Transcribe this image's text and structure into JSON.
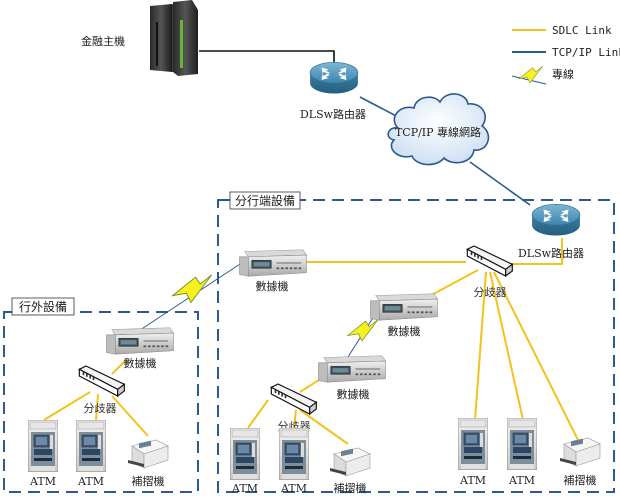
{
  "colors": {
    "sdlc": "#f2c31c",
    "tcpip": "#2b5a8f",
    "mainframe_link": "#111111",
    "zone_border": "#2d5b8e",
    "bolt_fill": "#f5f01e",
    "router_body": "#4a8fb3",
    "cloud_fill": "#e8f0fa",
    "cloud_stroke": "#2b5a8f"
  },
  "legend": {
    "items": [
      {
        "label": "SDLC Link",
        "type": "sdlc"
      },
      {
        "label": "TCP/IP Link",
        "type": "tcpip"
      },
      {
        "label": "專線",
        "type": "leased-line"
      }
    ]
  },
  "nodes": {
    "mainframe": {
      "label": "金融主機"
    },
    "router_hq": {
      "label": "DLSw路由器"
    },
    "cloud": {
      "label": "TCP/IP 專線網路"
    },
    "router_branch": {
      "label": "DLSw路由器"
    },
    "hub_branch": {
      "label": "分歧器"
    },
    "modem_branch_top": {
      "label": "數據機"
    },
    "modem_branch_mid": {
      "label": "數據機"
    },
    "modem_branch_low": {
      "label": "數據機"
    },
    "hub_branch_low": {
      "label": "分歧器"
    },
    "modem_offsite": {
      "label": "數據機"
    },
    "hub_offsite": {
      "label": "分歧器"
    }
  },
  "zones": {
    "branch": {
      "title": "分行端設備"
    },
    "offsite": {
      "title": "行外設備"
    }
  },
  "terminals": {
    "offsite": [
      {
        "label": "ATM",
        "type": "atm"
      },
      {
        "label": "ATM",
        "type": "atm"
      },
      {
        "label": "補摺機",
        "type": "passbook-printer"
      }
    ],
    "branch_low": [
      {
        "label": "ATM",
        "type": "atm"
      },
      {
        "label": "ATM",
        "type": "atm"
      },
      {
        "label": "補摺機",
        "type": "passbook-printer"
      }
    ],
    "branch_right": [
      {
        "label": "ATM",
        "type": "atm"
      },
      {
        "label": "ATM",
        "type": "atm"
      },
      {
        "label": "補摺機",
        "type": "passbook-printer"
      }
    ]
  }
}
